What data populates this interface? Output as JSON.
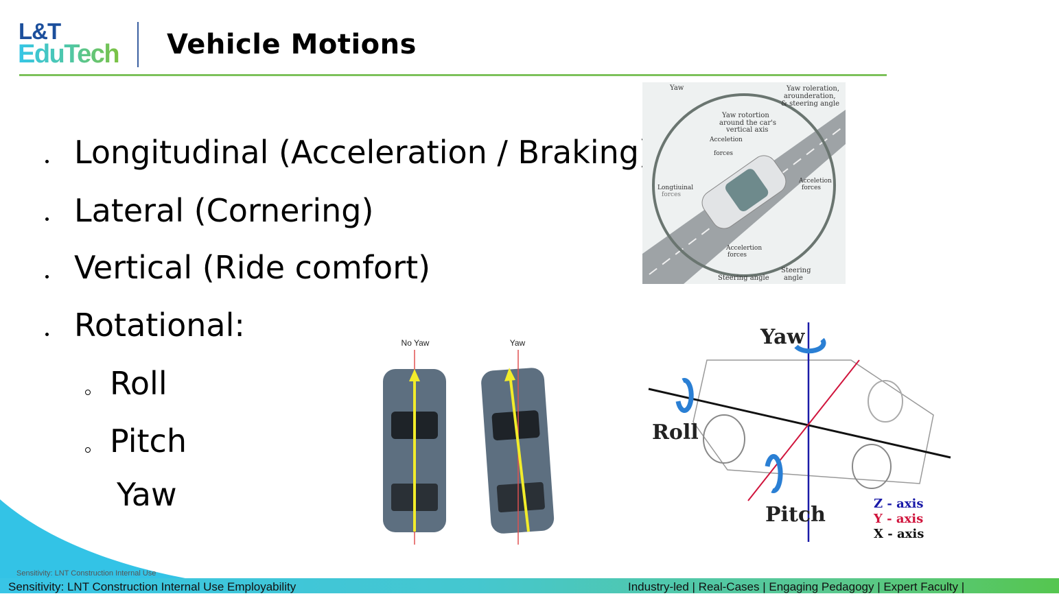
{
  "header": {
    "logo_line1": "L&T",
    "logo_line2": "EduTech",
    "title": "Vehicle Motions"
  },
  "bullets": [
    {
      "label": "Longitudinal (Acceleration / Braking)"
    },
    {
      "label": "Lateral (Cornering)"
    },
    {
      "label": "Vertical (Ride comfort)"
    },
    {
      "label": "Rotational:"
    }
  ],
  "sub_bullets": [
    {
      "label": "Roll"
    },
    {
      "label": "Pitch"
    },
    {
      "label": "Yaw"
    }
  ],
  "figure_forces": {
    "labels": [
      "Yaw",
      "Yaw roleration,",
      "arounderation,",
      "& steering angle",
      "Yaw rotortion",
      "around the car's",
      "vertical axis",
      "Acceletion",
      "forces",
      "Longtiuinal",
      "forces",
      "Acceletion",
      "forces",
      "Accelertion",
      "forces",
      "Steering angle",
      "Steering",
      "angle"
    ]
  },
  "figure_yaw_cars": {
    "left_label": "No Yaw",
    "right_label": "Yaw"
  },
  "figure_axes": {
    "yaw": "Yaw",
    "roll": "Roll",
    "pitch": "Pitch",
    "z_axis": "Z - axis",
    "y_axis": "Y - axis",
    "x_axis": "X - axis",
    "colors": {
      "z": "#1a1aa8",
      "y": "#d0143c",
      "x": "#111111"
    }
  },
  "footer": {
    "sensitivity_small": "Sensitivity: LNT Construction Internal Use",
    "left": "Sensitivity: LNT Construction Internal Use Employability",
    "right": "Industry-led | Real-Cases | Engaging Pedagogy | Expert Faculty |"
  }
}
